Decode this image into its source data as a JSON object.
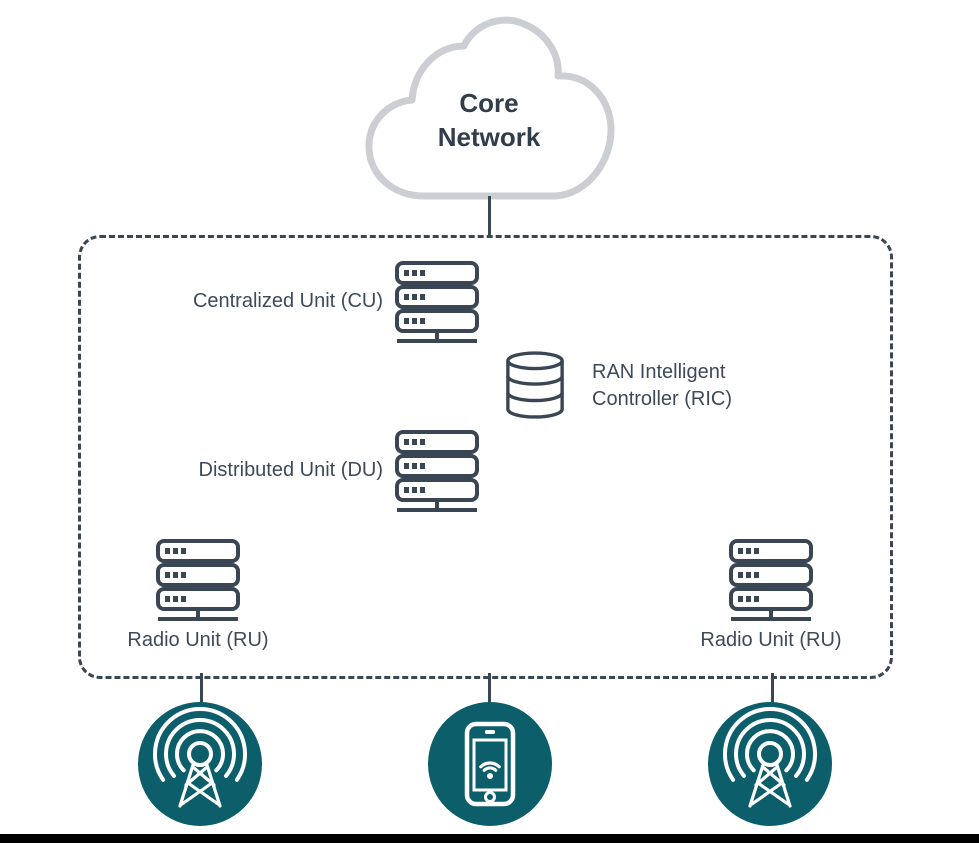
{
  "diagram": {
    "cloud": {
      "title": "Core\nNetwork",
      "icon": "cloud-icon"
    },
    "ran": {
      "cu_label": "Centralized Unit (CU)",
      "cu_icon": "server-stack-icon",
      "ric_label": "RAN Intelligent\nController (RIC)",
      "ric_icon": "database-icon",
      "du_label": "Distributed Unit (DU)",
      "du_icon": "server-stack-icon",
      "ru_left_label": "Radio Unit (RU)",
      "ru_left_icon": "server-stack-icon",
      "ru_right_label": "Radio Unit (RU)",
      "ru_right_icon": "server-stack-icon"
    },
    "endpoints": {
      "left_icon": "antenna-tower-icon",
      "center_icon": "smartphone-wifi-icon",
      "right_icon": "antenna-tower-icon"
    },
    "colors": {
      "accent_teal": "#0c5e6b",
      "ink_slate": "#3a4654",
      "text_slate": "#3e4a59",
      "cloud_gray": "#cbcfd4",
      "bottom_bar_black": "#000000"
    }
  }
}
